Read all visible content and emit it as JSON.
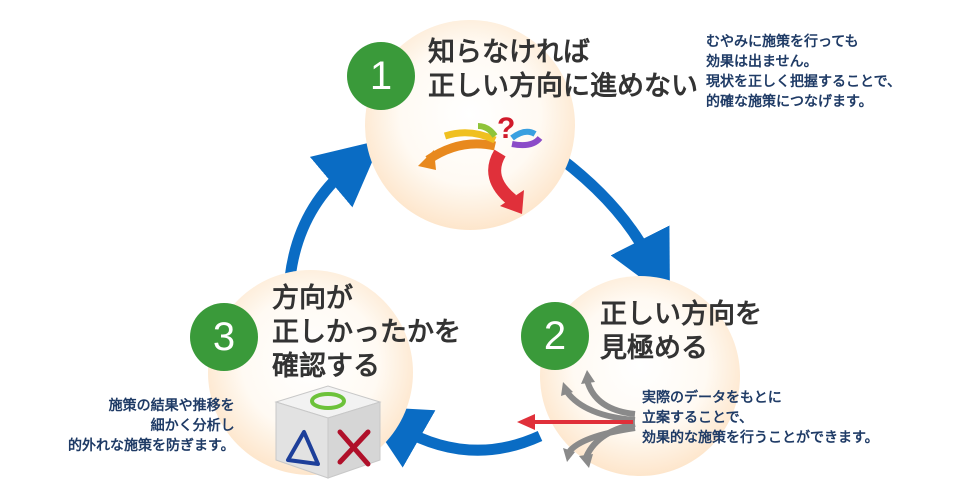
{
  "steps": [
    {
      "number": "1",
      "title_lines": [
        "知らなければ",
        "正しい方向に進めない"
      ],
      "desc_lines": [
        "むやみに施策を行っても",
        "効果は出ません。",
        "現状を正しく把握することで、",
        "的確な施策につなげます。"
      ]
    },
    {
      "number": "2",
      "title_lines": [
        "正しい方向を",
        "見極める"
      ],
      "desc_lines": [
        "実際のデータをもとに",
        "立案することで、",
        "効果的な施策を行うことができます。"
      ]
    },
    {
      "number": "3",
      "title_lines": [
        "方向が",
        "正しかったかを",
        "確認する"
      ],
      "desc_lines": [
        "施策の結果や推移を",
        "細かく分析し",
        "的外れな施策を防ぎます。"
      ]
    }
  ],
  "icons": {
    "step1": "question-arrows-icon",
    "step2": "converging-arrows-icon",
    "step3": "circle-triangle-cross-cube-icon",
    "cycle": "cycle-arrow-icon"
  },
  "colors": {
    "badge": "#3a9a3a",
    "cycle_arrow": "#0a6cc4",
    "bubble_edge": "#f8cfa4",
    "description_text": "#1f3b66"
  }
}
